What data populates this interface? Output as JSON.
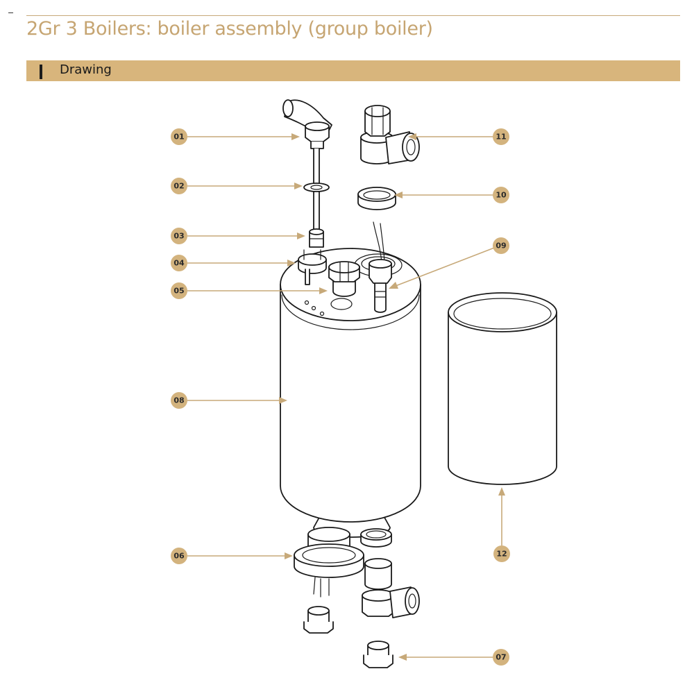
{
  "header": {
    "title": "2Gr 3 Boilers: boiler assembly (group boiler)"
  },
  "section": {
    "label": "Drawing"
  },
  "colors": {
    "accent": "#d8b57c",
    "title": "#c6a572",
    "leader": "#c7a979",
    "callout": "#d3b37e"
  },
  "callouts": [
    "01",
    "02",
    "03",
    "04",
    "05",
    "06",
    "07",
    "08",
    "09",
    "10",
    "11",
    "12"
  ]
}
